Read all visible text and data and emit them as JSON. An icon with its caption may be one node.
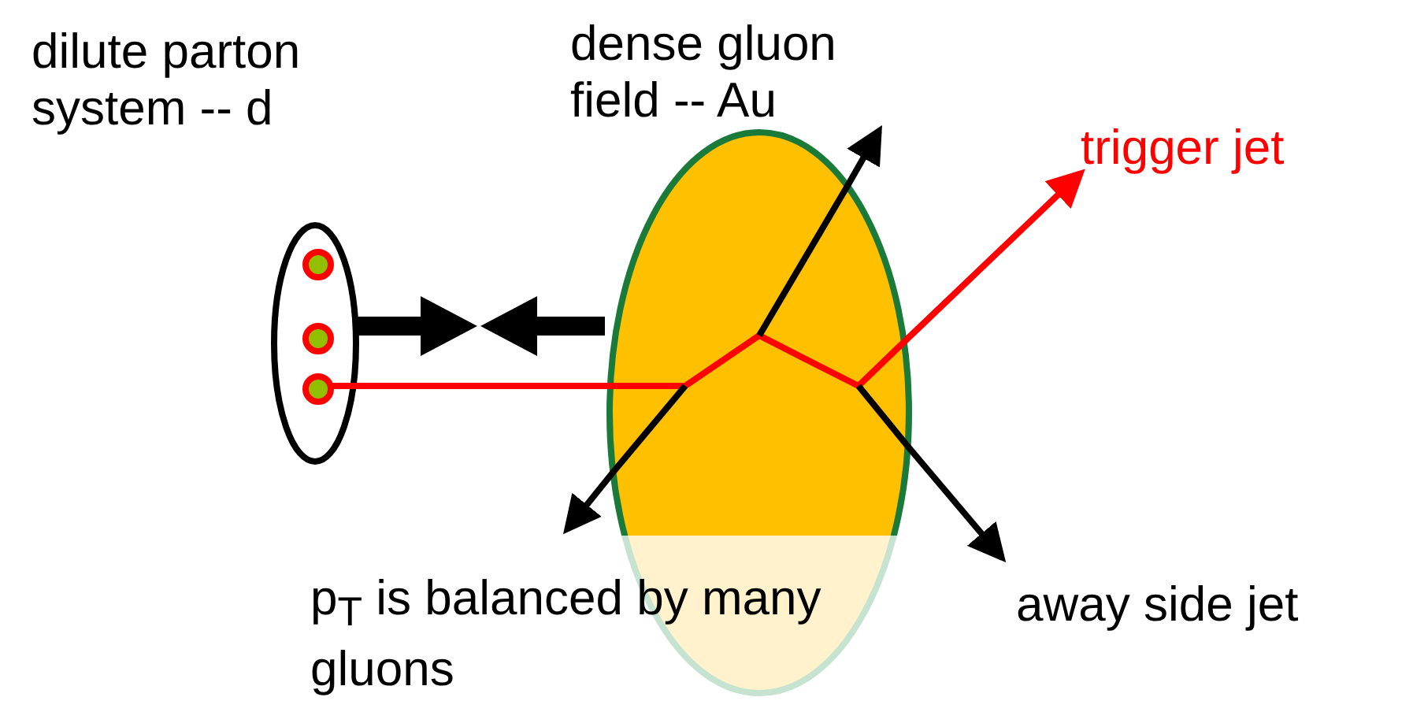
{
  "diagram": {
    "nodes": [
      {
        "text": [
          "dilute parton system  -- d"
        ]
      },
      {
        "text": [],
        "shape": "circle",
        "in": 0
      },
      {
        "text": [],
        "shape": "circle",
        "in": 0
      },
      {
        "text": [],
        "shape": "circle",
        "in": 0
      },
      {
        "text": [
          "dense gluon field  -- Au"
        ]
      },
      {
        "text": [
          "trigger jet"
        ]
      },
      {
        "text": [
          "p$_{T}$ is balanced by many gluons"
        ]
      },
      {
        "text": [
          "away side jet"
        ]
      }
    ],
    "edges": [
      {
        "from": 3,
        "to": 4,
        "arrow": "none",
        "color": "#ff0000"
      },
      {
        "from": 4,
        "to": 5,
        "arrow": "to",
        "color": "#ff0000"
      },
      {
        "from": 4,
        "to": null,
        "arrow": "to"
      },
      {
        "from": 4,
        "to": 6,
        "arrow": "to"
      },
      {
        "from": 4,
        "to": 7,
        "arrow": "to"
      }
    ]
  }
}
